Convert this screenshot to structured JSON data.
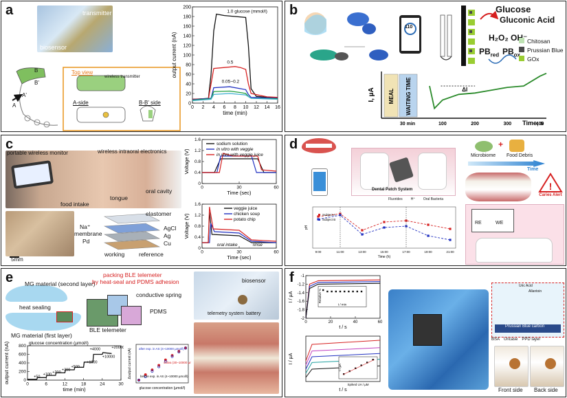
{
  "panels": {
    "a": {
      "label": "a",
      "photo_labels": {
        "transmitter": "transmitter",
        "biosensor": "biosensor"
      },
      "diagram_labels": {
        "b": "B",
        "b_prime": "B'",
        "a": "A",
        "a_prime": "A'",
        "top_view": "Top view",
        "wireless_transmitter": "wireless transmitter",
        "a_side": "A-side",
        "bb_side": "B-B' side"
      }
    },
    "b": {
      "label": "b",
      "glucose": "Glucose",
      "gluconic": "Gluconic Acid",
      "h2o2": "H₂O₂ OH⁻",
      "pb_red": "PB",
      "pb_red_sub": "red",
      "pb_ox": "PB",
      "pb_ox_sub": "ox",
      "legend": [
        "Chitosan",
        "Prussian Blue",
        "GOx"
      ],
      "phone_value": "110",
      "colors": {
        "chitosan": "#bfe3b4",
        "prussian": "#4a4a4a",
        "gox": "#9acd32"
      }
    },
    "c": {
      "label": "c",
      "labels": {
        "monitor": "portable  wireless monitor",
        "intraoral": "wireless intraoral electronics",
        "oral_cavity": "oral cavity",
        "tongue": "tongue",
        "food_intake": "food intake",
        "elastomer": "elastomer",
        "na": "Na⁺",
        "membrane": "membrane",
        "pd": "Pd",
        "agcl": "AgCl",
        "ag": "Ag",
        "cu": "Cu",
        "working": "working",
        "reference": "reference",
        "scale": "5mm"
      }
    },
    "d": {
      "label": "d",
      "labels": {
        "microbiome": "Microbiome",
        "food_debris": "Food Debris",
        "time": "Time",
        "caries_alert": "Caries Alert",
        "dental_patch": "Dental Patch System",
        "re": "RE",
        "we": "WE"
      },
      "legend_inset": [
        "Fluorides",
        "H⁺",
        "Oral Bacteria"
      ]
    },
    "e": {
      "label": "e",
      "labels": {
        "mg_second": "MG material (second layer)",
        "heat_sealing": "heat sealing",
        "mg_first": "MG material (first layer)",
        "packing": "packing BLE telemeter",
        "packing2": "by heat-seal and PDMS adhesion",
        "spring": "conductive spring",
        "pdms": "PDMS",
        "ble": "BLE telemeter",
        "biosensor": "biosensor",
        "telemetry": "telemetry system",
        "battery": "battery"
      }
    },
    "f": {
      "label": "f",
      "labels": {
        "front": "Front side",
        "back": "Back side",
        "prussian_blue_carbon": "Prussian Blue carbon",
        "uric_acid": "Uric Acid",
        "allantoin": "Allantoin",
        "bsa": "BSA",
        "uricase": "Uricase",
        "ppd": "PPD layer"
      }
    }
  },
  "chart_data": [
    {
      "id": "a-current",
      "type": "line",
      "xlabel": "time (min)",
      "ylabel": "output current (nA)",
      "xlim": [
        0,
        16
      ],
      "ylim": [
        0,
        200
      ],
      "xticks": [
        0,
        2,
        4,
        6,
        8,
        10,
        12,
        14,
        16
      ],
      "yticks": [
        0,
        20,
        40,
        60,
        80,
        100,
        120,
        140,
        160,
        180,
        200
      ],
      "annotations": [
        "1.0  glucose (mmol/l)",
        "0.5",
        "0.05~0.2"
      ],
      "series": [
        {
          "color": "#111111",
          "points": [
            [
              0,
              8
            ],
            [
              2,
              9
            ],
            [
              3,
              10
            ],
            [
              3.5,
              60
            ],
            [
              4,
              150
            ],
            [
              4.5,
              185
            ],
            [
              6,
              182
            ],
            [
              8,
              180
            ],
            [
              10,
              178
            ],
            [
              10.5,
              120
            ],
            [
              11,
              30
            ],
            [
              12,
              14
            ],
            [
              14,
              12
            ],
            [
              16,
              11
            ]
          ]
        },
        {
          "color": "#d62020",
          "points": [
            [
              0,
              8
            ],
            [
              3,
              9
            ],
            [
              3.5,
              40
            ],
            [
              4,
              72
            ],
            [
              6,
              74
            ],
            [
              8,
              76
            ],
            [
              9,
              74
            ],
            [
              10,
              70
            ],
            [
              10.5,
              40
            ],
            [
              11,
              20
            ],
            [
              14,
              13
            ],
            [
              16,
              12
            ]
          ]
        },
        {
          "color": "#2030c0",
          "points": [
            [
              0,
              7
            ],
            [
              3.5,
              10
            ],
            [
              4,
              32
            ],
            [
              7,
              34
            ],
            [
              9,
              30
            ],
            [
              10,
              28
            ],
            [
              10.5,
              18
            ],
            [
              11,
              12
            ],
            [
              16,
              10
            ]
          ]
        },
        {
          "color": "#20a040",
          "points": [
            [
              0,
              6
            ],
            [
              3.5,
              9
            ],
            [
              4,
              24
            ],
            [
              7,
              25
            ],
            [
              9,
              22
            ],
            [
              10,
              20
            ],
            [
              10.5,
              14
            ],
            [
              11,
              10
            ],
            [
              16,
              9
            ]
          ]
        },
        {
          "color": "#40b0d0",
          "points": [
            [
              0,
              5
            ],
            [
              3.5,
              8
            ],
            [
              4,
              18
            ],
            [
              7,
              20
            ],
            [
              10,
              17
            ],
            [
              11,
              10
            ],
            [
              16,
              8
            ]
          ]
        }
      ]
    },
    {
      "id": "b-amperometric",
      "type": "line",
      "xlabel": "Time, s",
      "ylabel": "I, µA",
      "xlim": [
        0,
        400
      ],
      "xticks": [
        100,
        200,
        300,
        400
      ],
      "annotations": [
        "MEAL",
        "WAITING TIME",
        "30 min",
        "ΔI"
      ],
      "series": [
        {
          "color": "#2a8a2a",
          "points": [
            [
              60,
              -2
            ],
            [
              75,
              -18
            ],
            [
              100,
              -12
            ],
            [
              150,
              -8
            ],
            [
              200,
              -7
            ],
            [
              250,
              -5
            ],
            [
              300,
              -3
            ],
            [
              350,
              -2
            ],
            [
              400,
              5
            ],
            [
              420,
              7
            ]
          ]
        }
      ]
    },
    {
      "id": "c-voltage-top",
      "type": "line",
      "xlabel": "Time (sec)",
      "ylabel": "Voltage (V)",
      "xlim": [
        0,
        60
      ],
      "ylim": [
        0,
        1.6
      ],
      "xticks": [
        0,
        30,
        60
      ],
      "yticks": [
        0,
        0.4,
        0.8,
        1.2,
        1.6
      ],
      "legend": [
        "sodium solution",
        "in vitro with veggie",
        "in vivo with veggie juice"
      ],
      "series": [
        {
          "name": "sodium solution",
          "color": "#111111",
          "points": [
            [
              0,
              0.4
            ],
            [
              10,
              0.4
            ],
            [
              15,
              0.9
            ],
            [
              45,
              0.9
            ],
            [
              50,
              0.4
            ],
            [
              60,
              0.4
            ]
          ]
        },
        {
          "name": "in vitro with veggie",
          "color": "#2030c0",
          "points": [
            [
              0,
              0.4
            ],
            [
              12,
              0.4
            ],
            [
              15,
              1.0
            ],
            [
              40,
              1.0
            ],
            [
              44,
              0.4
            ],
            [
              60,
              0.4
            ]
          ]
        },
        {
          "name": "in vivo with veggie juice",
          "color": "#d62020",
          "points": [
            [
              0,
              0.4
            ],
            [
              14,
              0.4
            ],
            [
              17,
              1.1
            ],
            [
              25,
              1.0
            ],
            [
              45,
              1.0
            ],
            [
              48,
              0.5
            ],
            [
              60,
              0.45
            ]
          ]
        }
      ]
    },
    {
      "id": "c-voltage-bottom",
      "type": "line",
      "xlabel": "Time (sec)",
      "ylabel": "Voltage (V)",
      "xlim": [
        0,
        60
      ],
      "ylim": [
        0,
        1.6
      ],
      "xticks": [
        0,
        30,
        60
      ],
      "yticks": [
        0,
        0.4,
        0.8,
        1.2,
        1.6
      ],
      "legend": [
        "veggie juice",
        "chicken soup",
        "potato chip"
      ],
      "annotations": [
        "oral intake",
        "rinse"
      ],
      "series": [
        {
          "name": "veggie juice",
          "color": "#111111",
          "points": [
            [
              0,
              0.2
            ],
            [
              5,
              0.2
            ],
            [
              6,
              1.3
            ],
            [
              8,
              0.5
            ],
            [
              30,
              0.45
            ],
            [
              40,
              0.2
            ],
            [
              60,
              0.2
            ]
          ]
        },
        {
          "name": "chicken soup",
          "color": "#2030c0",
          "points": [
            [
              0,
              0.2
            ],
            [
              6,
              0.2
            ],
            [
              7,
              0.9
            ],
            [
              10,
              0.6
            ],
            [
              30,
              0.55
            ],
            [
              40,
              0.25
            ],
            [
              60,
              0.2
            ]
          ]
        },
        {
          "name": "potato chip",
          "color": "#d62020",
          "points": [
            [
              0,
              0.2
            ],
            [
              5,
              0.2
            ],
            [
              6,
              1.5
            ],
            [
              9,
              0.7
            ],
            [
              30,
              0.65
            ],
            [
              40,
              0.3
            ],
            [
              60,
              0.25
            ]
          ]
        }
      ]
    },
    {
      "id": "d-ph",
      "type": "line",
      "xlabel": "Time (h)",
      "ylabel": "pH",
      "categories": [
        "9:00",
        "11:00",
        "13:00",
        "15:00",
        "17:00",
        "19:00",
        "21:00"
      ],
      "legend": [
        "Subject A",
        "Subject B"
      ],
      "series": [
        {
          "name": "Subject A",
          "color": "#d62020",
          "values": [
            5.8,
            6.0,
            4.8,
            5.4,
            5.5,
            5.2,
            4.9
          ]
        },
        {
          "name": "Subject B",
          "color": "#2030c0",
          "values": [
            5.6,
            5.9,
            4.5,
            5.0,
            5.1,
            4.4,
            4.1
          ]
        }
      ]
    },
    {
      "id": "e-current",
      "type": "line",
      "xlabel": "time (min)",
      "ylabel": "output current (nA)",
      "xlim": [
        0,
        30
      ],
      "ylim": [
        0,
        800
      ],
      "xticks": [
        0,
        6,
        12,
        18,
        24,
        30
      ],
      "yticks": [
        0,
        200,
        400,
        600,
        800
      ],
      "title": "glucose concentration (µmol/l)",
      "annotations": [
        "+50",
        "+100",
        "+200",
        "+300",
        "+500",
        "+1000",
        "+4000",
        "+20000",
        "+10000"
      ],
      "series": [
        {
          "color": "#111111",
          "points": [
            [
              0,
              20
            ],
            [
              3,
              20
            ],
            [
              3.2,
              60
            ],
            [
              6,
              60
            ],
            [
              6.2,
              110
            ],
            [
              9,
              110
            ],
            [
              9.2,
              170
            ],
            [
              12,
              170
            ],
            [
              12.2,
              240
            ],
            [
              15,
              240
            ],
            [
              15.2,
              300
            ],
            [
              18,
              300
            ],
            [
              18.2,
              420
            ],
            [
              21,
              420
            ],
            [
              21.2,
              600
            ],
            [
              24,
              600
            ],
            [
              24.2,
              640
            ],
            [
              27,
              620
            ]
          ]
        }
      ]
    },
    {
      "id": "e-calibration",
      "type": "scatter",
      "xlabel": "glucose concentration (µmol/l)",
      "ylabel": "Δoutput current (nA)",
      "annotations": [
        "after exp. in AS (4~10000 µmol/l)",
        "saliva (30~10000 µmol/l)",
        "before exp. in AS (4~10000 µmol/l)"
      ],
      "series": [
        {
          "color": "#d62020",
          "values": [
            1,
            3,
            8,
            20,
            60,
            150,
            350,
            700
          ]
        },
        {
          "color": "#2030c0",
          "values": [
            1,
            2,
            6,
            15,
            45,
            120,
            300,
            650
          ]
        }
      ]
    },
    {
      "id": "f-top",
      "type": "line",
      "xlabel": "t / s",
      "ylabel": "I / µA",
      "xlim": [
        0,
        60
      ],
      "ylim": [
        -2.0,
        -1.0
      ],
      "xticks": [
        0,
        20,
        40,
        60
      ],
      "yticks": [
        -2.0,
        -1.8,
        -1.6,
        -1.4,
        -1.2,
        -1.0
      ],
      "inset_ylabel": "Relative %",
      "inset_xlabel": "t / min",
      "series": [
        {
          "color": "#d62020",
          "points": [
            [
              0,
              -2.0
            ],
            [
              3,
              -1.2
            ],
            [
              10,
              -1.12
            ],
            [
              60,
              -1.1
            ]
          ]
        },
        {
          "color": "#2030c0",
          "points": [
            [
              0,
              -2.0
            ],
            [
              3,
              -1.25
            ],
            [
              10,
              -1.16
            ],
            [
              60,
              -1.14
            ]
          ]
        },
        {
          "color": "#111111",
          "points": [
            [
              0,
              -2.0
            ],
            [
              3,
              -1.3
            ],
            [
              10,
              -1.2
            ],
            [
              60,
              -1.18
            ]
          ]
        }
      ]
    },
    {
      "id": "f-bottom",
      "type": "line",
      "xlabel": "t / s",
      "ylabel": "I / µA",
      "xlim": [
        0,
        60
      ],
      "inset_xlabel": "Spiked UA / µM",
      "inset_ylabel": "-I / µA",
      "series": [
        {
          "color": "#d62020",
          "points": [
            [
              0,
              -0.4
            ],
            [
              5,
              -0.2
            ],
            [
              60,
              -0.15
            ]
          ]
        },
        {
          "color": "#c040c0",
          "points": [
            [
              0,
              -0.45
            ],
            [
              5,
              -0.28
            ],
            [
              60,
              -0.24
            ]
          ]
        },
        {
          "color": "#2030c0",
          "points": [
            [
              0,
              -0.5
            ],
            [
              5,
              -0.35
            ],
            [
              60,
              -0.31
            ]
          ]
        },
        {
          "color": "#20a0a0",
          "points": [
            [
              0,
              -0.55
            ],
            [
              5,
              -0.42
            ],
            [
              60,
              -0.38
            ]
          ]
        },
        {
          "color": "#111111",
          "points": [
            [
              0,
              -0.6
            ],
            [
              5,
              -0.5
            ],
            [
              60,
              -0.46
            ]
          ]
        }
      ]
    }
  ]
}
